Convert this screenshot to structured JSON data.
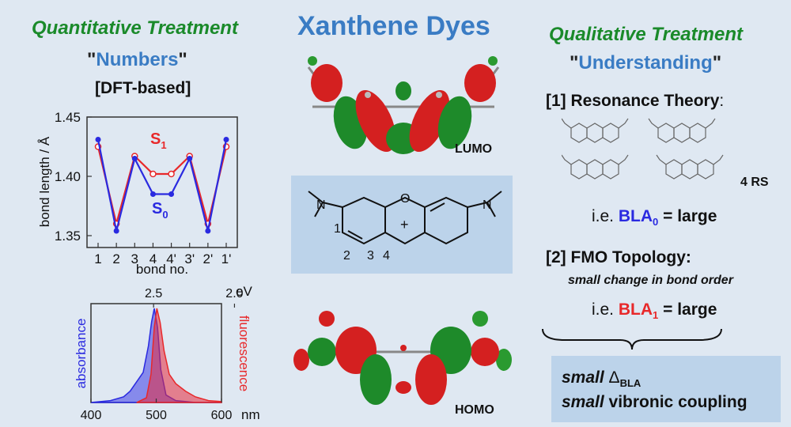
{
  "left": {
    "heading": "Quantitative Treatment",
    "quote_word": "Numbers",
    "method": "[DFT-based]"
  },
  "center": {
    "title": "Xanthene Dyes",
    "lumo": "LUMO",
    "homo": "HOMO",
    "structure_labels": {
      "pos1": "1",
      "pos2": "2",
      "pos3": "3",
      "pos4": "4",
      "charge": "+",
      "oxygen": "O",
      "n_left": "N",
      "n_right": "N"
    }
  },
  "right": {
    "heading": "Qualitative Treatment",
    "quote_word": "Understanding",
    "item1_label": "[1] Resonance Theory",
    "item1_colon": ":",
    "rs_count": "4 RS",
    "ie1_prefix": "i.e.",
    "bla0_main": "BLA",
    "bla0_sub": "0",
    "ie1_suffix": "= large",
    "item2_label": "[2] FMO Topology:",
    "item2_note": "small change in bond order",
    "ie2_prefix": "i.e.",
    "bla1_main": "BLA",
    "bla1_sub": "1",
    "ie2_suffix": "= large",
    "result_line1_italic": "small",
    "result_line1_delta": "Δ",
    "result_line1_sub": "BLA",
    "result_line2_italic": "small",
    "result_line2_rest": "vibronic coupling"
  },
  "chart_data": [
    {
      "type": "line",
      "xlabel": "bond no.",
      "ylabel": "bond length / Å",
      "categories": [
        "1",
        "2",
        "3",
        "4",
        "4'",
        "3'",
        "2'",
        "1'"
      ],
      "ylim": [
        1.34,
        1.45
      ],
      "yticks": [
        "1.35",
        "1.40",
        "1.45"
      ],
      "series": [
        {
          "name": "S1",
          "color": "#e8282a",
          "values": [
            1.425,
            1.36,
            1.417,
            1.402,
            1.402,
            1.417,
            1.36,
            1.425
          ]
        },
        {
          "name": "S0",
          "color": "#2a2ae0",
          "values": [
            1.431,
            1.354,
            1.415,
            1.385,
            1.385,
            1.415,
            1.354,
            1.431
          ]
        }
      ],
      "series_labels": {
        "s1_main": "S",
        "s1_sub": "1",
        "s0_main": "S",
        "s0_sub": "0"
      }
    },
    {
      "type": "area",
      "xlabel": "nm",
      "x2label": "eV",
      "xticks": [
        "400",
        "500",
        "600"
      ],
      "x2ticks": [
        "2.5",
        "2.0"
      ],
      "xlim": [
        400,
        600
      ],
      "ylabel_left": "absorbance",
      "ylabel_right": "fluorescence",
      "series": [
        {
          "name": "absorbance",
          "color": "#2a2ae0",
          "x": [
            400,
            430,
            450,
            460,
            470,
            480,
            488,
            493,
            497,
            502,
            507,
            515,
            530,
            560,
            600
          ],
          "y": [
            0,
            0.02,
            0.06,
            0.12,
            0.22,
            0.32,
            0.6,
            0.86,
            1.0,
            0.8,
            0.35,
            0.08,
            0.02,
            0,
            0
          ]
        },
        {
          "name": "fluorescence",
          "color": "#e8282a",
          "x": [
            470,
            485,
            492,
            497,
            501,
            506,
            512,
            520,
            530,
            545,
            560,
            580,
            600
          ],
          "y": [
            0,
            0.05,
            0.3,
            0.8,
            1.0,
            0.85,
            0.55,
            0.3,
            0.2,
            0.12,
            0.06,
            0.02,
            0.01
          ]
        }
      ]
    }
  ]
}
